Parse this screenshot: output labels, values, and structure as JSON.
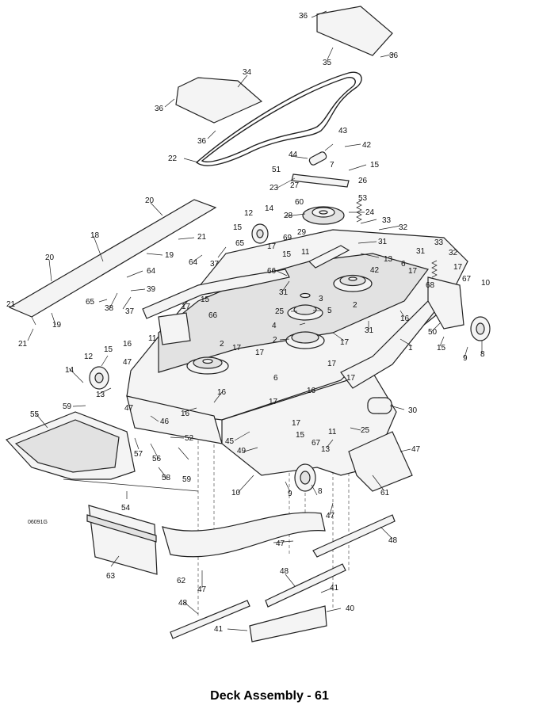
{
  "caption": "Deck Assembly - 61",
  "drawing_code": "06091G",
  "callouts": [
    "1",
    "2",
    "3",
    "4",
    "5",
    "6",
    "7",
    "8",
    "9",
    "10",
    "11",
    "12",
    "13",
    "14",
    "15",
    "16",
    "17",
    "18",
    "19",
    "20",
    "21",
    "22",
    "23",
    "24",
    "25",
    "26",
    "27",
    "28",
    "29",
    "30",
    "31",
    "32",
    "33",
    "34",
    "35",
    "36",
    "37",
    "38",
    "39",
    "40",
    "41",
    "42",
    "43",
    "44",
    "45",
    "46",
    "47",
    "48",
    "49",
    "50",
    "51",
    "52",
    "53",
    "54",
    "55",
    "56",
    "57",
    "58",
    "59",
    "60",
    "61",
    "62",
    "63",
    "64",
    "65",
    "66",
    "67",
    "68",
    "69"
  ]
}
